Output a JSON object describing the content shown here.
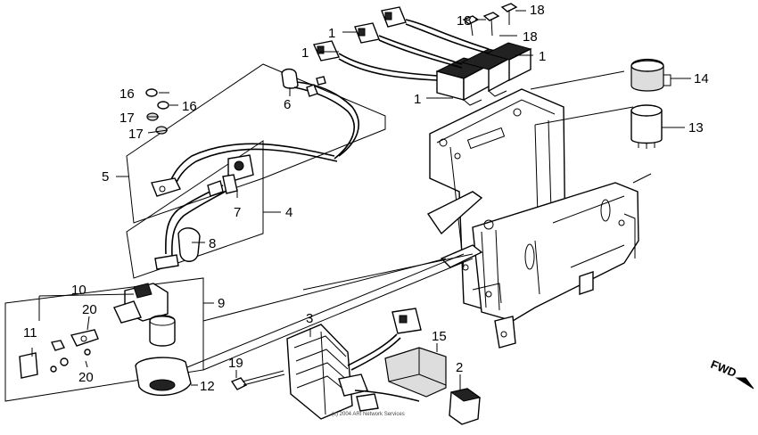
{
  "callouts": {
    "c1a": "1",
    "c1b": "1",
    "c1c": "1",
    "c2": "2",
    "c3": "3",
    "c4": "4",
    "c5": "5",
    "c6": "6",
    "c7": "7",
    "c8": "8",
    "c9": "9",
    "c10": "10",
    "c11": "11",
    "c12": "12",
    "c13": "13",
    "c14": "14",
    "c15": "15",
    "c16a": "16",
    "c16b": "16",
    "c17a": "17",
    "c17b": "17",
    "c18a": "18",
    "c18b": "18",
    "c18c": "18",
    "c19": "19",
    "c20a": "20",
    "c20b": "20"
  },
  "direction_label": "FWD",
  "copyright": "(c) 2004 ARI Network Services"
}
